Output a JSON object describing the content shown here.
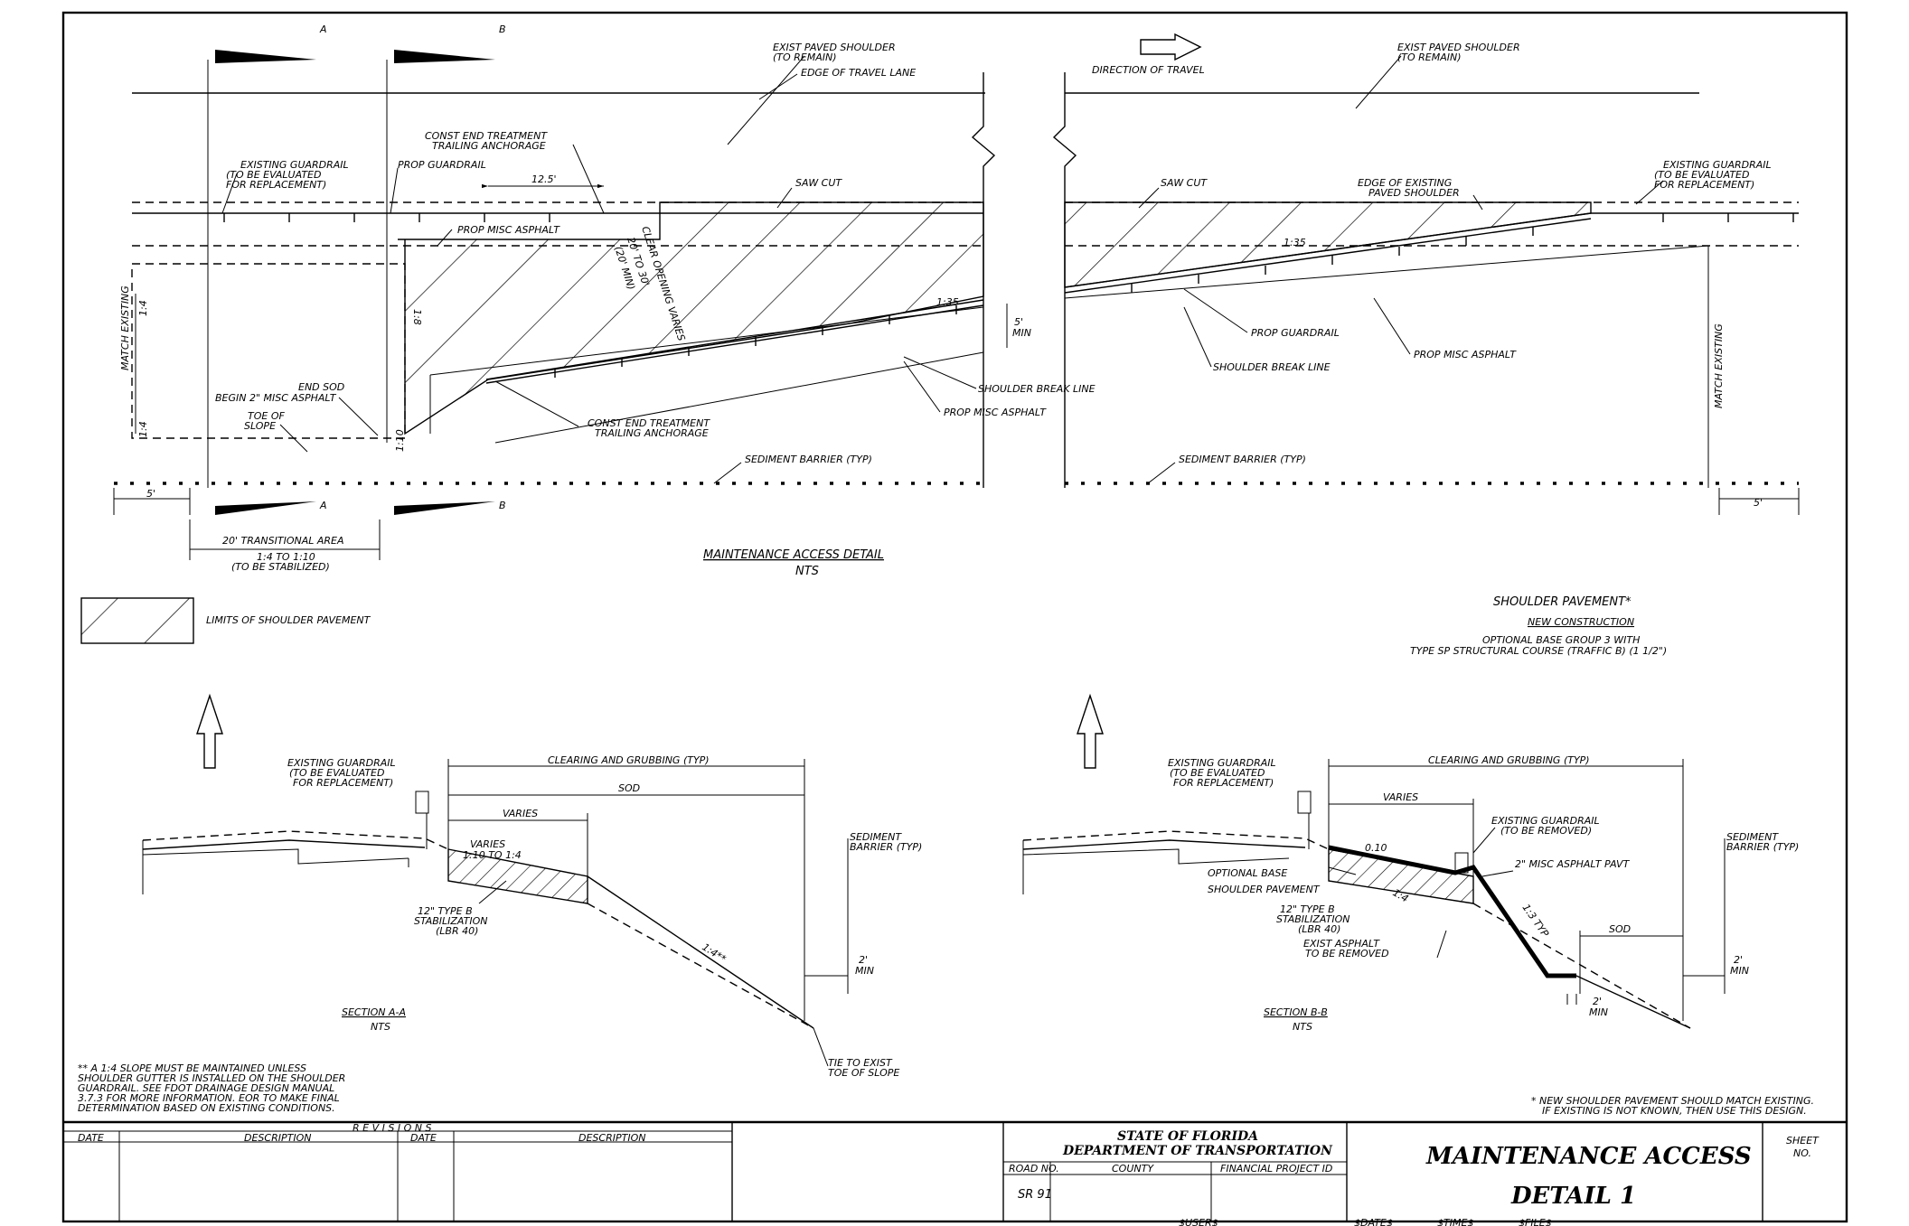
{
  "plan": {
    "section_mark_a": "A",
    "section_mark_b": "B",
    "exist_paved_shoulder_1": "EXIST PAVED SHOULDER",
    "to_remain_1": "(TO REMAIN)",
    "edge_travel_lane": "EDGE OF TRAVEL LANE",
    "direction_travel": "DIRECTION OF TRAVEL",
    "exist_paved_shoulder_2": "EXIST PAVED SHOULDER",
    "to_remain_2": "(TO REMAIN)",
    "const_end_1": "CONST END TREATMENT",
    "trailing_anchorage_1": "TRAILING ANCHORAGE",
    "existing_guardrail_l1": "EXISTING GUARDRAIL",
    "existing_guardrail_l2": "(TO BE EVALUATED",
    "existing_guardrail_l3": "FOR REPLACEMENT)",
    "prop_guardrail": "PROP GUARDRAIL",
    "dim_12_5": "12.5'",
    "saw_cut_1": "SAW CUT",
    "saw_cut_2": "SAW CUT",
    "edge_exist_paved_1": "EDGE OF EXISTING",
    "edge_exist_paved_2": "PAVED SHOULDER",
    "existing_guardrail_r1": "EXISTING GUARDRAIL",
    "existing_guardrail_r2": "(TO BE EVALUATED",
    "existing_guardrail_r3": "FOR REPLACEMENT)",
    "prop_misc_asphalt_1": "PROP MISC ASPHALT",
    "clear_opening_1": "CLEAR OPENING VARIES",
    "clear_opening_2": "20' TO 30'",
    "clear_opening_3": "(20' MIN)",
    "match_existing_l": "MATCH EXISTING",
    "match_existing_r": "MATCH EXISTING",
    "slope_1_4": "1:4",
    "slope_1_4b": "1:4",
    "slope_1_8": "1:8",
    "slope_1_35_l": "1:35",
    "slope_1_35_r": "1:35",
    "five_min_1": "5'",
    "five_min_2": "MIN",
    "end_sod": "END SOD",
    "begin_misc": "BEGIN 2\" MISC ASPHALT",
    "toe_of_slope_1": "TOE OF",
    "toe_of_slope_2": "SLOPE",
    "const_end_2": "CONST END TREATMENT",
    "trailing_anchorage_2": "TRAILING ANCHORAGE",
    "shoulder_break_1": "SHOULDER BREAK LINE",
    "prop_misc_asphalt_2": "PROP MISC ASPHALT",
    "prop_guardrail_r": "PROP GUARDRAIL",
    "shoulder_break_r": "SHOULDER BREAK LINE",
    "prop_misc_asphalt_r": "PROP MISC ASPHALT",
    "sediment_1": "SEDIMENT BARRIER (TYP)",
    "sediment_2": "SEDIMENT BARRIER (TYP)",
    "dim_5_left": "5'",
    "dim_5_right": "5'",
    "transitional_1": "20' TRANSITIONAL AREA",
    "transitional_2": "1:4 TO 1:10",
    "transitional_3": "(TO BE STABILIZED)",
    "small_1_10": "1:10",
    "plan_title": "MAINTENANCE ACCESS DETAIL",
    "plan_nts": "NTS"
  },
  "legend": {
    "label": "LIMITS OF SHOULDER PAVEMENT"
  },
  "shoulder_pavement": {
    "title": "SHOULDER PAVEMENT*",
    "line2": "NEW CONSTRUCTION",
    "line3": "OPTIONAL BASE GROUP 3 WITH",
    "line4": "TYPE SP STRUCTURAL COURSE (TRAFFIC B) (1 1/2\")"
  },
  "section_a": {
    "guardrail_1": "EXISTING GUARDRAIL",
    "guardrail_2": "(TO BE EVALUATED",
    "guardrail_3": "FOR REPLACEMENT)",
    "clearing": "CLEARING AND GRUBBING (TYP)",
    "sod": "SOD",
    "varies": "VARIES",
    "varies2": "VARIES",
    "slope_range": "1:10 TO 1:4",
    "stab_1": "12\" TYPE B",
    "stab_2": "STABILIZATION",
    "stab_3": "(LBR 40)",
    "sediment_1": "SEDIMENT",
    "sediment_2": "BARRIER (TYP)",
    "slope_14": "1:4**",
    "two_min_1": "2'",
    "two_min_2": "MIN",
    "tie_1": "TIE TO EXIST",
    "tie_2": "TOE OF SLOPE",
    "title": "SECTION A-A",
    "nts": "NTS"
  },
  "section_b": {
    "guardrail_1": "EXISTING GUARDRAIL",
    "guardrail_2": "(TO BE EVALUATED",
    "guardrail_3": "FOR REPLACEMENT)",
    "clearing": "CLEARING AND GRUBBING (TYP)",
    "varies": "VARIES",
    "exist_gr_1": "EXISTING GUARDRAIL",
    "exist_gr_2": "(TO BE REMOVED)",
    "slope_010": "0.10",
    "optional_base": "OPTIONAL BASE",
    "shoulder_pavement": "SHOULDER PAVEMENT",
    "misc_asphalt": "2\" MISC ASPHALT PAVT",
    "stab_1": "12\" TYPE B",
    "stab_2": "STABILIZATION",
    "stab_3": "(LBR 40)",
    "slope_14": "1:4",
    "slope_13": "1:3 TYP",
    "exist_asphalt_1": "EXIST ASPHALT",
    "exist_asphalt_2": "TO BE REMOVED",
    "sod": "SOD",
    "sediment_1": "SEDIMENT",
    "sediment_2": "BARRIER (TYP)",
    "two_min_1": "2'",
    "two_min_2": "MIN",
    "two_min_3": "2'",
    "two_min_4": "MIN",
    "title": "SECTION B-B",
    "nts": "NTS"
  },
  "notes": {
    "slope_note_1": "** A 1:4 SLOPE MUST BE MAINTAINED UNLESS",
    "slope_note_2": "SHOULDER GUTTER IS INSTALLED ON THE SHOULDER",
    "slope_note_3": "GUARDRAIL. SEE FDOT DRAINAGE DESIGN MANUAL",
    "slope_note_4": "3.7.3 FOR MORE INFORMATION. EOR TO MAKE FINAL",
    "slope_note_5": "DETERMINATION BASED ON EXISTING CONDITIONS.",
    "new_note_1": "* NEW SHOULDER PAVEMENT SHOULD MATCH EXISTING.",
    "new_note_2": "IF EXISTING IS NOT KNOWN, THEN USE THIS DESIGN."
  },
  "title_block": {
    "revisions": "R E V I S I O N S",
    "date_1": "DATE",
    "description_1": "DESCRIPTION",
    "date_2": "DATE",
    "description_2": "DESCRIPTION",
    "state": "STATE OF FLORIDA",
    "dept": "DEPARTMENT OF TRANSPORTATION",
    "road_no_label": "ROAD NO.",
    "county_label": "COUNTY",
    "fin_proj_label": "FINANCIAL PROJECT ID",
    "road_no_value": "SR 91",
    "sheet_title_1": "MAINTENANCE ACCESS",
    "sheet_title_2": "DETAIL 1",
    "sheet_label_1": "SHEET",
    "sheet_label_2": "NO.",
    "user": "$USER$",
    "date": "$DATE$",
    "time": "$TIME$",
    "file": "$FILE$"
  }
}
